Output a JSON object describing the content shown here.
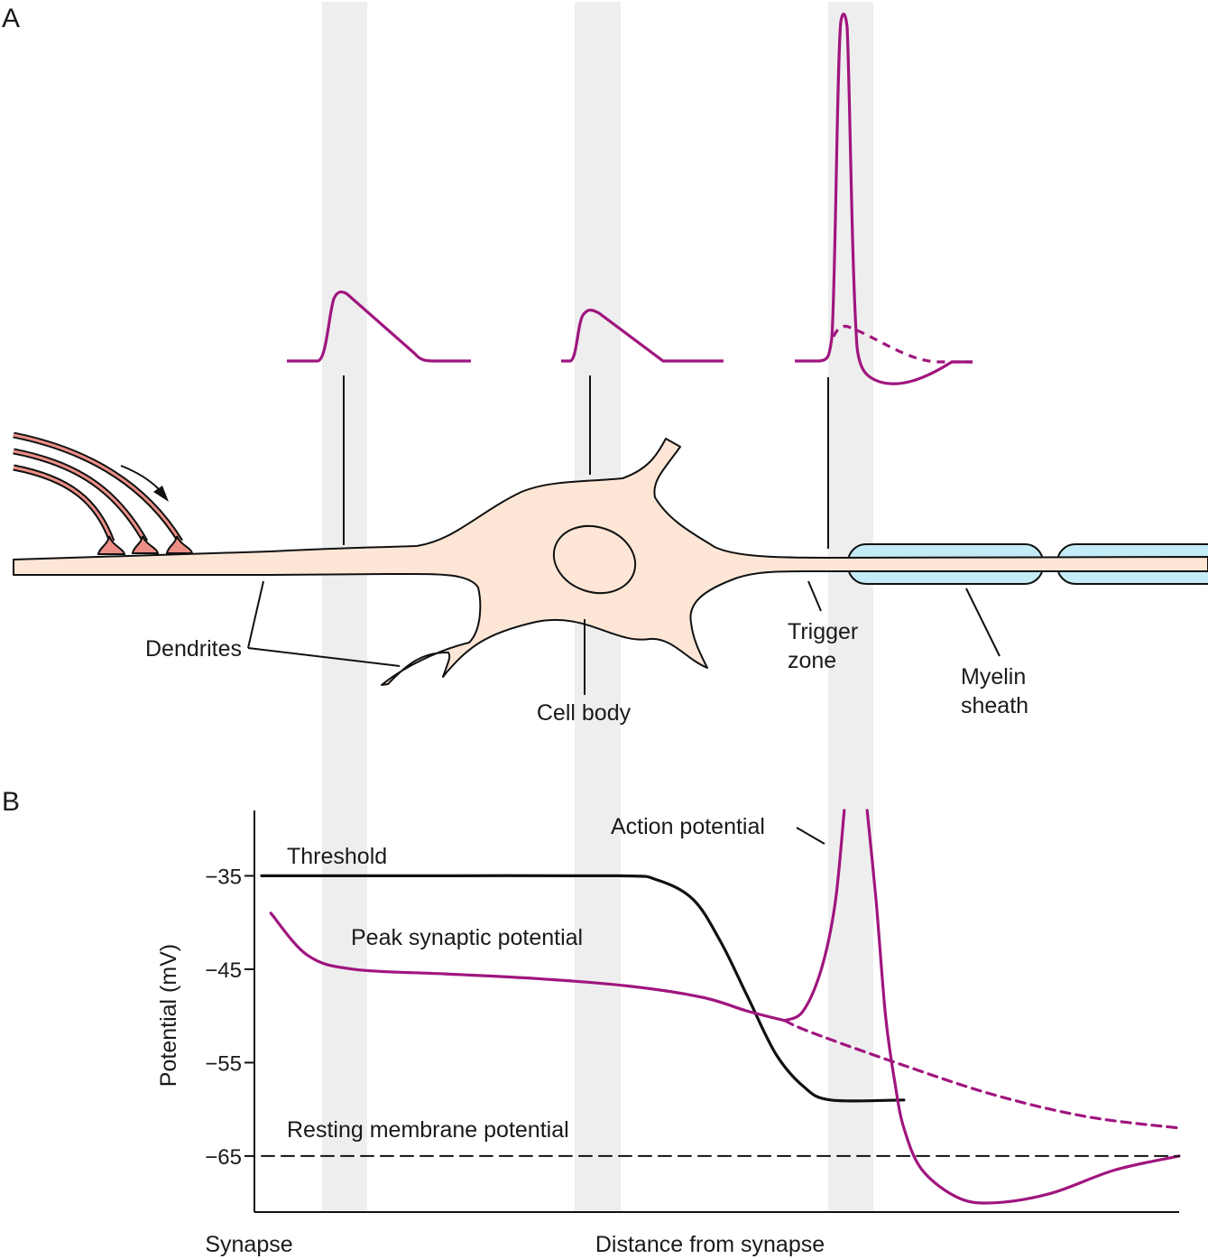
{
  "panels": {
    "a": "A",
    "b": "B"
  },
  "colors": {
    "trace": "#a0157e",
    "cell": "#fde6d6",
    "terminal": "#ec8f87",
    "myelin": "#c4ecf7",
    "column": "#eeeeee",
    "ink": "#111111"
  },
  "diagram": {
    "dendrites": "Dendrites",
    "cell_body": "Cell body",
    "trigger_zone": [
      "Trigger",
      "zone"
    ],
    "myelin_sheath": [
      "Myelin",
      "sheath"
    ]
  },
  "chart_data": {
    "type": "line",
    "title": "",
    "xlabel": "Distance from synapse",
    "x_origin_label": "Synapse",
    "ylabel": "Potential (mV)",
    "ylim": [
      -71,
      -28
    ],
    "yticks": [
      -35,
      -45,
      -55,
      -65
    ],
    "ytick_labels": [
      "−35",
      "−45",
      "−55",
      "−65"
    ],
    "annotations": {
      "threshold": "Threshold",
      "peak": "Peak synaptic potential",
      "action": "Action potential",
      "resting": "Resting membrane potential"
    },
    "series": [
      {
        "name": "Threshold",
        "points": [
          [
            0,
            -35
          ],
          [
            0.2,
            -35
          ],
          [
            0.39,
            -35
          ],
          [
            0.43,
            -35.4
          ],
          [
            0.47,
            -37.5
          ],
          [
            0.5,
            -42
          ],
          [
            0.53,
            -48
          ],
          [
            0.56,
            -54
          ],
          [
            0.59,
            -57.5
          ],
          [
            0.62,
            -59
          ],
          [
            0.7,
            -59
          ]
        ]
      },
      {
        "name": "Peak synaptic potential",
        "points": [
          [
            0.01,
            -39
          ],
          [
            0.05,
            -43.5
          ],
          [
            0.1,
            -45
          ],
          [
            0.2,
            -45.5
          ],
          [
            0.3,
            -46
          ],
          [
            0.4,
            -46.8
          ],
          [
            0.48,
            -48
          ],
          [
            0.53,
            -49.5
          ],
          [
            0.57,
            -50.5
          ],
          [
            0.6,
            -51.8
          ],
          [
            0.7,
            -55.3
          ],
          [
            0.8,
            -58.5
          ],
          [
            0.9,
            -60.8
          ],
          [
            1,
            -62
          ]
        ]
      },
      {
        "name": "Action potential",
        "points": [
          [
            0.57,
            -50.5
          ],
          [
            0.59,
            -49.5
          ],
          [
            0.61,
            -45
          ],
          [
            0.625,
            -38
          ],
          [
            0.635,
            -28
          ],
          [
            0.66,
            -28
          ],
          [
            0.67,
            -38
          ],
          [
            0.68,
            -50
          ],
          [
            0.69,
            -57
          ],
          [
            0.7,
            -62
          ],
          [
            0.72,
            -66.5
          ],
          [
            0.76,
            -69.5
          ],
          [
            0.8,
            -70
          ],
          [
            0.86,
            -69
          ],
          [
            0.93,
            -66.5
          ],
          [
            1,
            -65
          ]
        ]
      },
      {
        "name": "Resting membrane potential",
        "points": [
          [
            0,
            -65
          ],
          [
            1,
            -65
          ]
        ]
      }
    ]
  }
}
